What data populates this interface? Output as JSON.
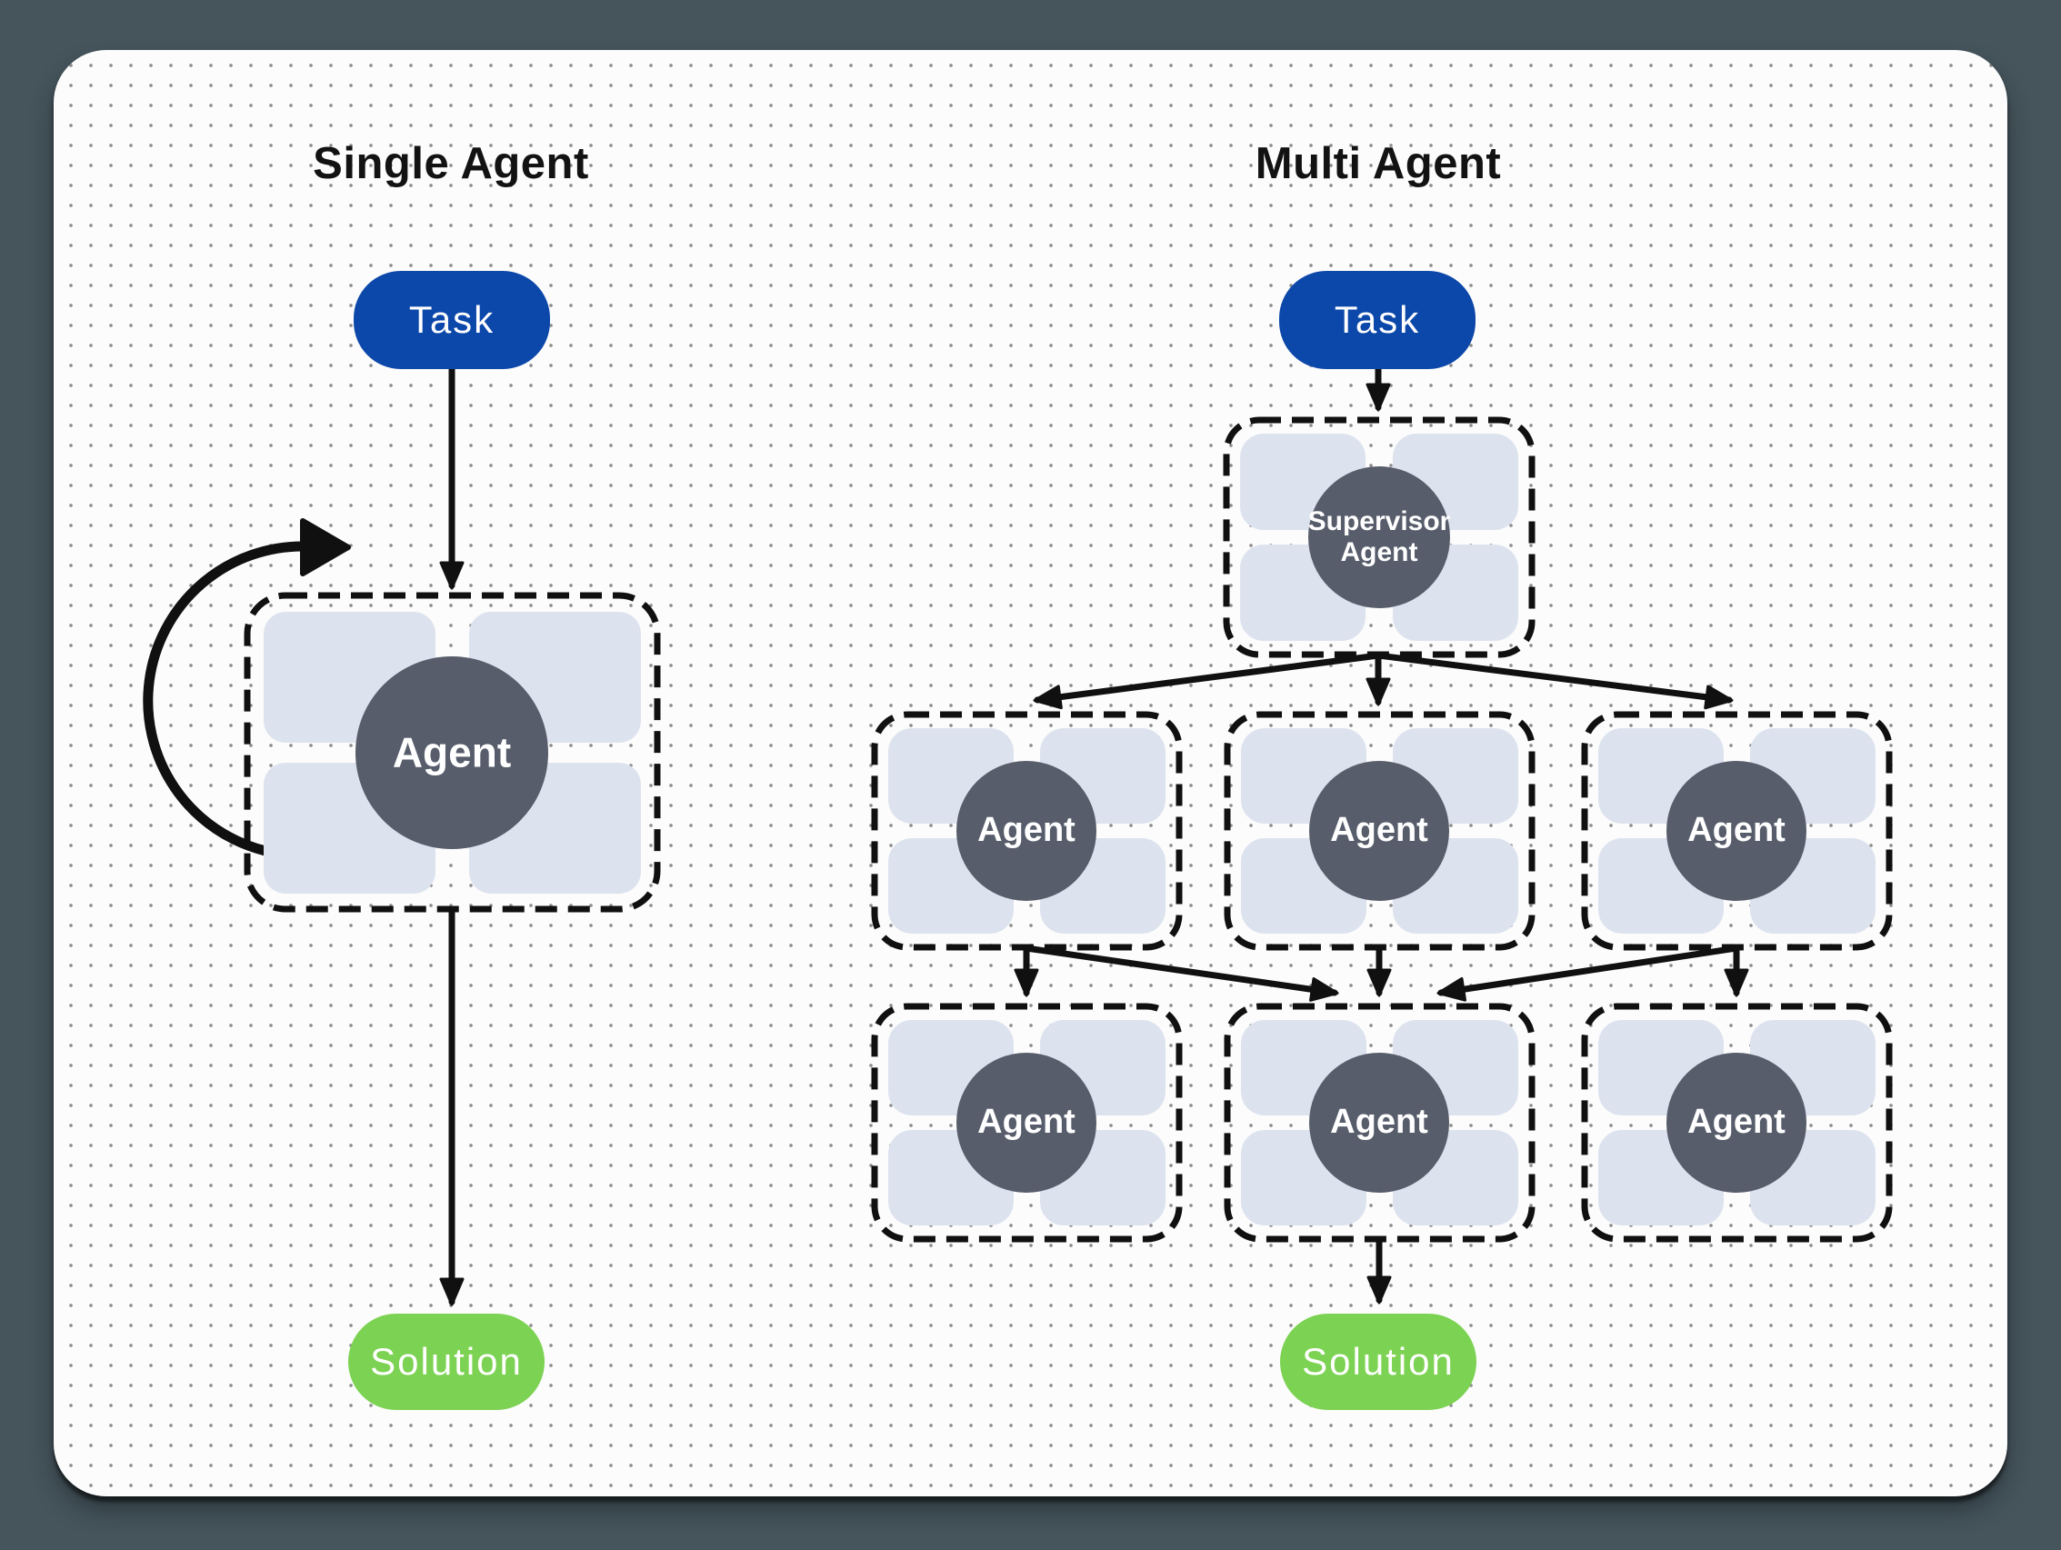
{
  "titles": {
    "left": "Single Agent",
    "right": "Multi Agent"
  },
  "single": {
    "task_label": "Task",
    "agent_label": "Agent",
    "solution_label": "Solution"
  },
  "multi": {
    "task_label": "Task",
    "supervisor_line1": "Supervisor",
    "supervisor_line2": "Agent",
    "agents": [
      "Agent",
      "Agent",
      "Agent",
      "Agent",
      "Agent",
      "Agent"
    ],
    "solution_label": "Solution"
  },
  "colors": {
    "outer": "#46545c",
    "panel": "#fcfcfc",
    "dot": "#8e8e8e",
    "blue": "#0c47aa",
    "green": "#7cd252",
    "slate": "#575d6b",
    "light": "#dde3ee",
    "line": "#101010"
  }
}
